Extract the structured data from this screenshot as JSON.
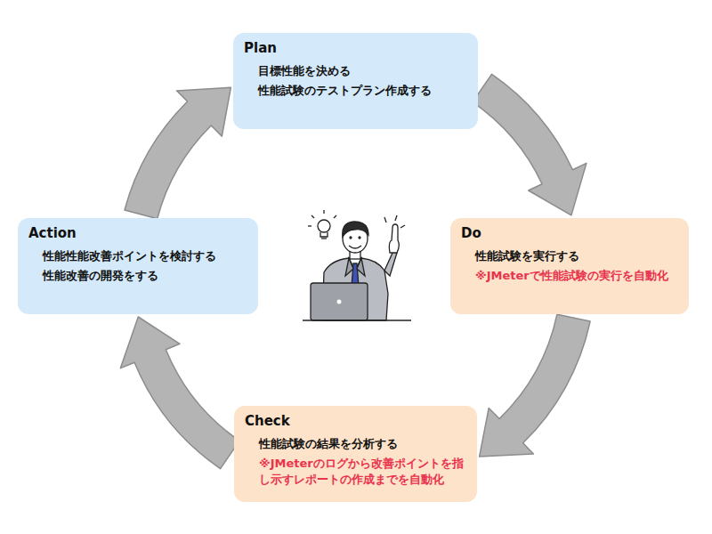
{
  "diagram": {
    "nodes": [
      {
        "text": [
          "Plan",
          "目標性能を決める",
          "性能試験のテストプラン作成する"
        ]
      },
      {
        "text": [
          "Do",
          "性能試験を実行する",
          "※JMeterで性能試験の実行を自動化"
        ]
      },
      {
        "text": [
          "Check",
          "性能試験の結果を分析する",
          "※JMeterのログから改善ポイントを指し示すレポートの作成までを自動化"
        ]
      },
      {
        "text": [
          "Action",
          "性能性能改善ポイントを検討する",
          "性能改善の開発をする"
        ]
      }
    ],
    "edges": [
      {
        "from": 0,
        "to": 1,
        "arrow": "to"
      },
      {
        "from": 1,
        "to": 2,
        "arrow": "to"
      },
      {
        "from": 2,
        "to": 3,
        "arrow": "to"
      },
      {
        "from": 3,
        "to": 0,
        "arrow": "to"
      }
    ]
  }
}
